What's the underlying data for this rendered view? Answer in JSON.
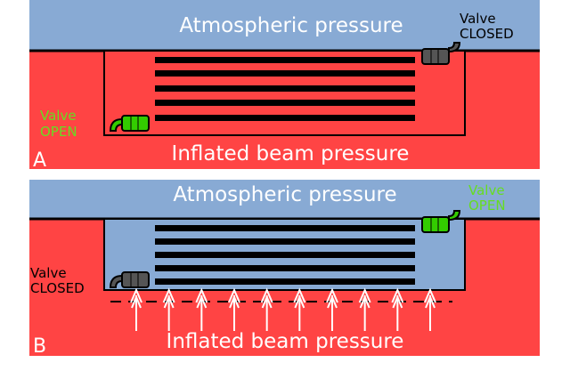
{
  "panels": [
    {
      "letter": "A",
      "top_label": "Atmospheric pressure",
      "bottom_label": "Inflated beam pressure",
      "left_valve": {
        "line1": "Valve",
        "line2": "OPEN",
        "color": "#66dd22"
      },
      "right_valve": {
        "line1": "Valve",
        "line2": "CLOSED",
        "color": "#000000"
      },
      "chamber_fill": "#ff4444"
    },
    {
      "letter": "B",
      "top_label": "Atmospheric pressure",
      "bottom_label": "Inflated beam pressure",
      "left_valve": {
        "line1": "Valve",
        "line2": "CLOSED",
        "color": "#000000"
      },
      "right_valve": {
        "line1": "Valve",
        "line2": "OPEN",
        "color": "#66dd22"
      },
      "chamber_fill": "#88aad4",
      "arrow_count": 10
    }
  ],
  "colors": {
    "atmosphere": "#88aad4",
    "beam": "#ff4444",
    "valve_open": "#33cc00",
    "valve_closed": "#555555",
    "text_white": "#ffffff"
  }
}
